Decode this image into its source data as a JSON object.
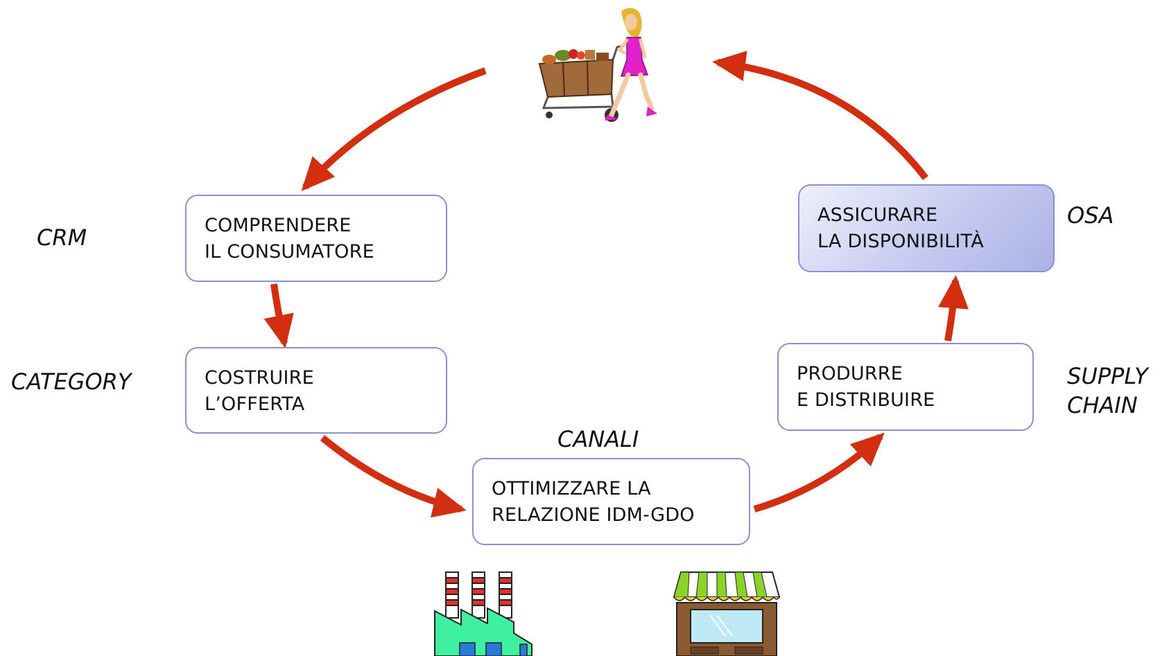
{
  "steps": {
    "understand": {
      "line1": "COMPRENDERE",
      "line2": "IL CONSUMATORE"
    },
    "offer": {
      "line1": "COSTRUIRE",
      "line2": "L’OFFERTA"
    },
    "optimize": {
      "line1": "OTTIMIZZARE LA",
      "line2": "RELAZIONE IDM-GDO"
    },
    "produce": {
      "line1": "PRODURRE",
      "line2": "E DISTRIBUIRE"
    },
    "ensure": {
      "line1": "ASSICURARE",
      "line2": "LA DISPONIBILITÀ"
    }
  },
  "labels": {
    "crm": "CRM",
    "category": "CATEGORY",
    "canali": "CANALI",
    "osa": "OSA",
    "supply_line1": "SUPPLY",
    "supply_line2": "CHAIN"
  },
  "icons": [
    "shopper-with-cart-icon",
    "factory-icon",
    "shop-icon"
  ],
  "colors": {
    "arrow": "#d22e0f",
    "box_border": "#8a8fd6",
    "highlight": "#c6cbef"
  }
}
